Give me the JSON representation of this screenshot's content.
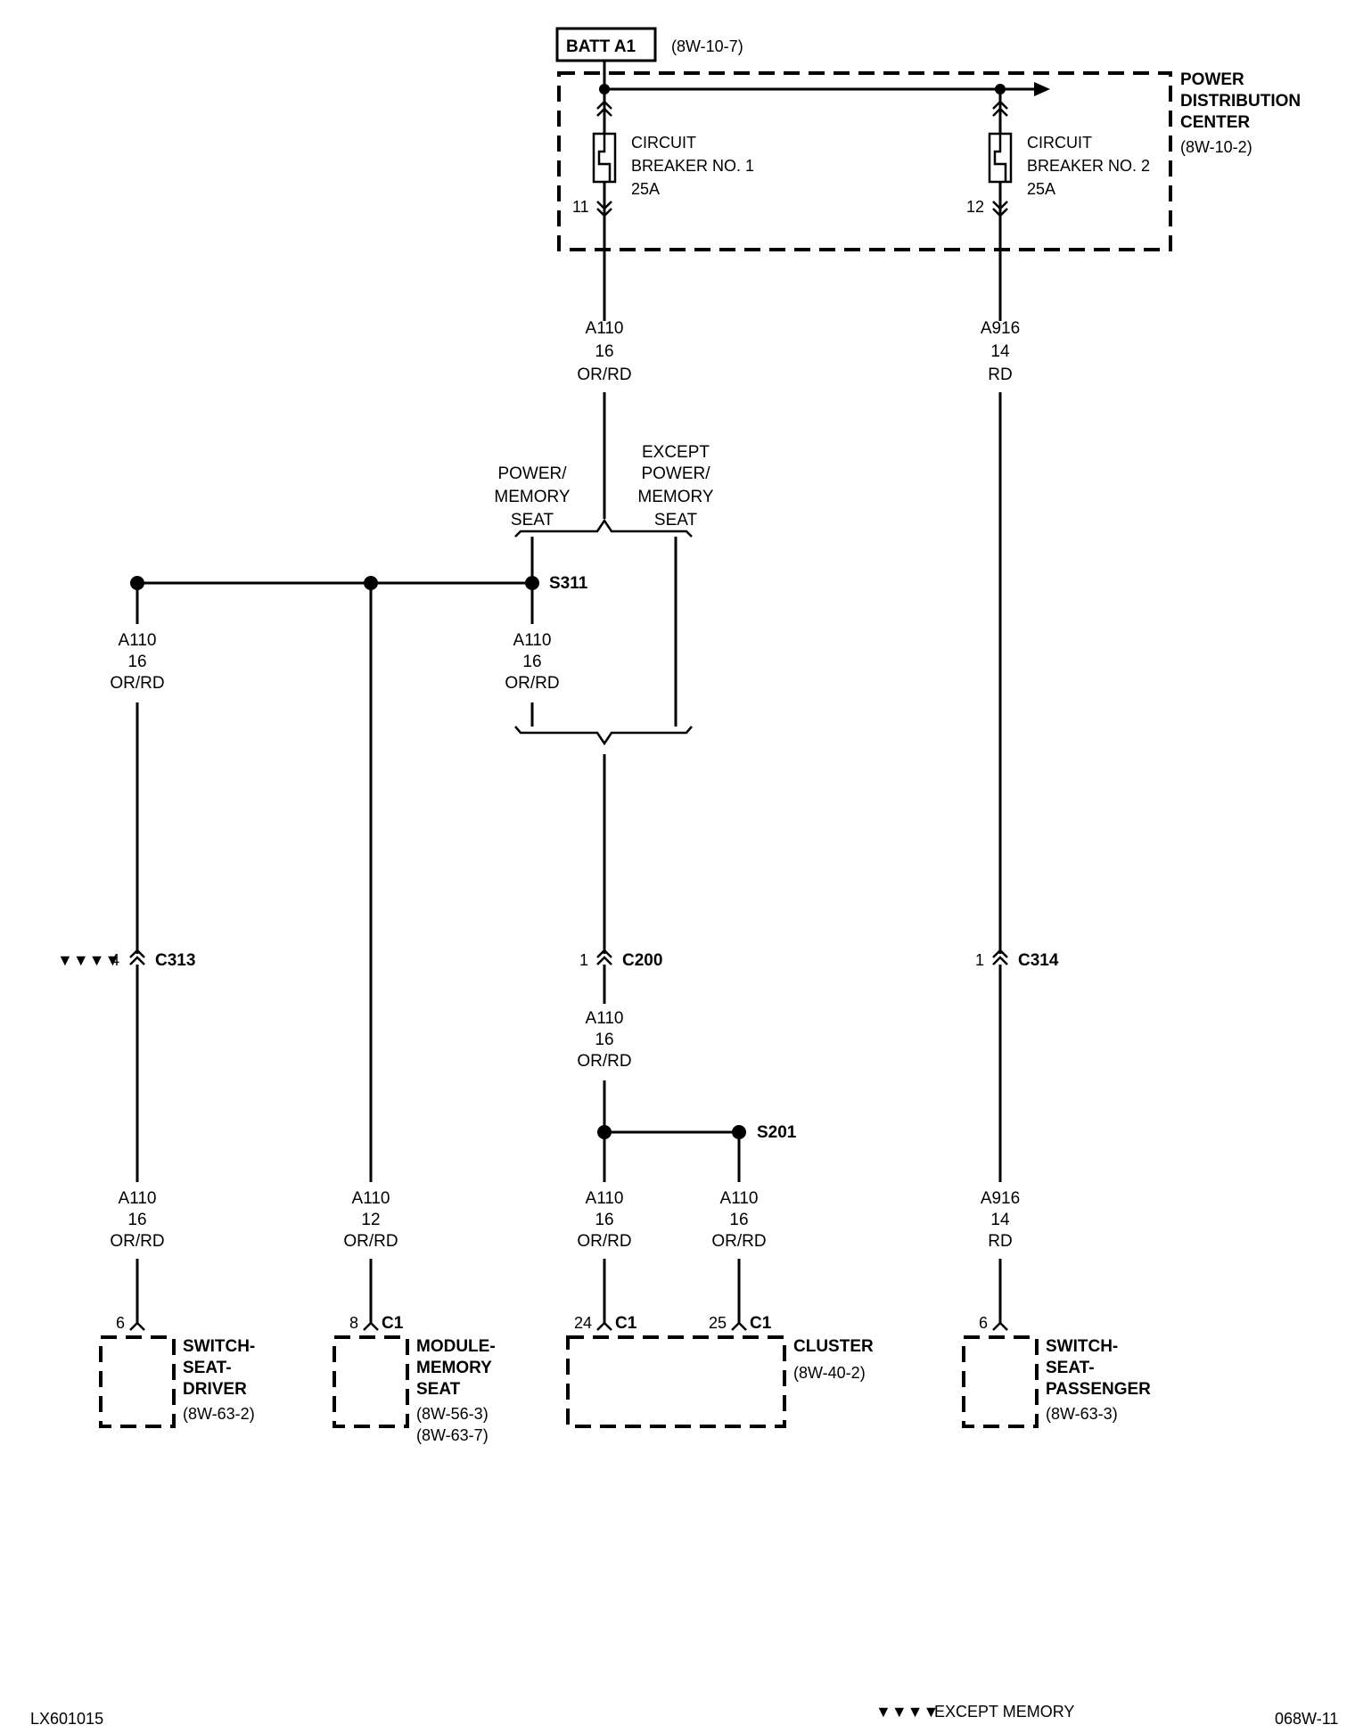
{
  "batt": {
    "label": "BATT A1",
    "ref": "(8W-10-7)"
  },
  "pdc": {
    "line1": "POWER",
    "line2": "DISTRIBUTION",
    "line3": "CENTER",
    "ref": "(8W-10-2)"
  },
  "cb1": {
    "line1": "CIRCUIT",
    "line2": "BREAKER NO. 1",
    "line3": "25A",
    "pin": "11"
  },
  "cb2": {
    "line1": "CIRCUIT",
    "line2": "BREAKER NO. 2",
    "line3": "25A",
    "pin": "12"
  },
  "wires": {
    "w_top_left": {
      "circuit": "A110",
      "gauge": "16",
      "color": "OR/RD"
    },
    "w_top_right": {
      "circuit": "A916",
      "gauge": "14",
      "color": "RD"
    },
    "w_s311": {
      "circuit": "A110",
      "gauge": "16",
      "color": "OR/RD"
    },
    "w_far_left": {
      "circuit": "A110",
      "gauge": "16",
      "color": "OR/RD"
    },
    "w_c200_below": {
      "circuit": "A110",
      "gauge": "16",
      "color": "OR/RD"
    },
    "w_driver": {
      "circuit": "A110",
      "gauge": "16",
      "color": "OR/RD"
    },
    "w_module": {
      "circuit": "A110",
      "gauge": "12",
      "color": "OR/RD"
    },
    "w_cluster24": {
      "circuit": "A110",
      "gauge": "16",
      "color": "OR/RD"
    },
    "w_cluster25": {
      "circuit": "A110",
      "gauge": "16",
      "color": "OR/RD"
    },
    "w_passenger": {
      "circuit": "A916",
      "gauge": "14",
      "color": "RD"
    }
  },
  "options": {
    "power_memory": {
      "line1": "POWER/",
      "line2": "MEMORY",
      "line3": "SEAT"
    },
    "except_power_memory": {
      "line1": "EXCEPT",
      "line2": "POWER/",
      "line3": "MEMORY",
      "line4": "SEAT"
    }
  },
  "splices": {
    "s311": "S311",
    "s201": "S201"
  },
  "connectors": {
    "c313": {
      "name": "C313",
      "pin": "4",
      "marker": "▼▼▼▼"
    },
    "c200": {
      "name": "C200",
      "pin": "1"
    },
    "c314": {
      "name": "C314",
      "pin": "1"
    }
  },
  "components": {
    "driver": {
      "pin": "6",
      "line1": "SWITCH-",
      "line2": "SEAT-",
      "line3": "DRIVER",
      "ref": "(8W-63-2)"
    },
    "module": {
      "pin": "8",
      "conn": "C1",
      "line1": "MODULE-",
      "line2": "MEMORY",
      "line3": "SEAT",
      "ref1": "(8W-56-3)",
      "ref2": "(8W-63-7)"
    },
    "cluster": {
      "pin24": "24",
      "pin25": "25",
      "conn": "C1",
      "label": "CLUSTER",
      "ref": "(8W-40-2)"
    },
    "passenger": {
      "pin": "6",
      "line1": "SWITCH-",
      "line2": "SEAT-",
      "line3": "PASSENGER",
      "ref": "(8W-63-3)"
    }
  },
  "footer": {
    "left_code": "LX601015",
    "legend_marker": "▼▼▼▼",
    "legend_text": "EXCEPT MEMORY",
    "right_code": "068W-11"
  }
}
